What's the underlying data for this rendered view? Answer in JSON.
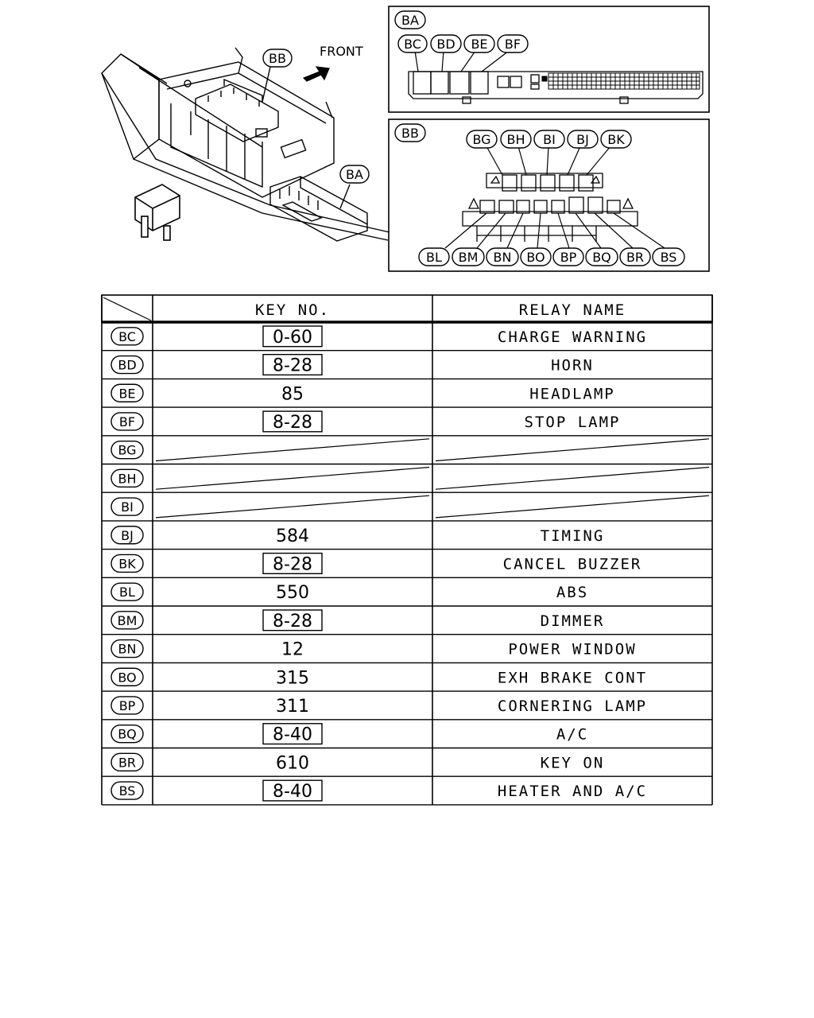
{
  "diagram": {
    "front_label": "FRONT",
    "callouts": {
      "bb_main": "BB",
      "ba_main": "BA"
    },
    "panel_ba": {
      "title": "BA",
      "slots": [
        "BC",
        "BD",
        "BE",
        "BF"
      ]
    },
    "panel_bb": {
      "title": "BB",
      "top_slots": [
        "BG",
        "BH",
        "BI",
        "BJ",
        "BK"
      ],
      "bottom_slots": [
        "BL",
        "BM",
        "BN",
        "BO",
        "BP",
        "BQ",
        "BR",
        "BS"
      ]
    }
  },
  "table": {
    "headers": {
      "key_no": "KEY NO.",
      "relay_name": "RELAY NAME"
    },
    "rows": [
      {
        "code": "BC",
        "key": "0-60",
        "boxed": true,
        "name": "CHARGE WARNING"
      },
      {
        "code": "BD",
        "key": "8-28",
        "boxed": true,
        "name": "HORN"
      },
      {
        "code": "BE",
        "key": "85",
        "boxed": false,
        "name": "HEADLAMP"
      },
      {
        "code": "BF",
        "key": "8-28",
        "boxed": true,
        "name": "STOP LAMP"
      },
      {
        "code": "BG",
        "key": "",
        "boxed": false,
        "name": ""
      },
      {
        "code": "BH",
        "key": "",
        "boxed": false,
        "name": ""
      },
      {
        "code": "BI",
        "key": "",
        "boxed": false,
        "name": ""
      },
      {
        "code": "BJ",
        "key": "584",
        "boxed": false,
        "name": "TIMING"
      },
      {
        "code": "BK",
        "key": "8-28",
        "boxed": true,
        "name": "CANCEL BUZZER"
      },
      {
        "code": "BL",
        "key": "550",
        "boxed": false,
        "name": "ABS"
      },
      {
        "code": "BM",
        "key": "8-28",
        "boxed": true,
        "name": "DIMMER"
      },
      {
        "code": "BN",
        "key": "12",
        "boxed": false,
        "name": "POWER WINDOW"
      },
      {
        "code": "BO",
        "key": "315",
        "boxed": false,
        "name": "EXH BRAKE CONT"
      },
      {
        "code": "BP",
        "key": "311",
        "boxed": false,
        "name": "CORNERING LAMP"
      },
      {
        "code": "BQ",
        "key": "8-40",
        "boxed": true,
        "name": "A/C"
      },
      {
        "code": "BR",
        "key": "610",
        "boxed": false,
        "name": "KEY ON"
      },
      {
        "code": "BS",
        "key": "8-40",
        "boxed": true,
        "name": "HEATER AND A/C"
      }
    ]
  }
}
